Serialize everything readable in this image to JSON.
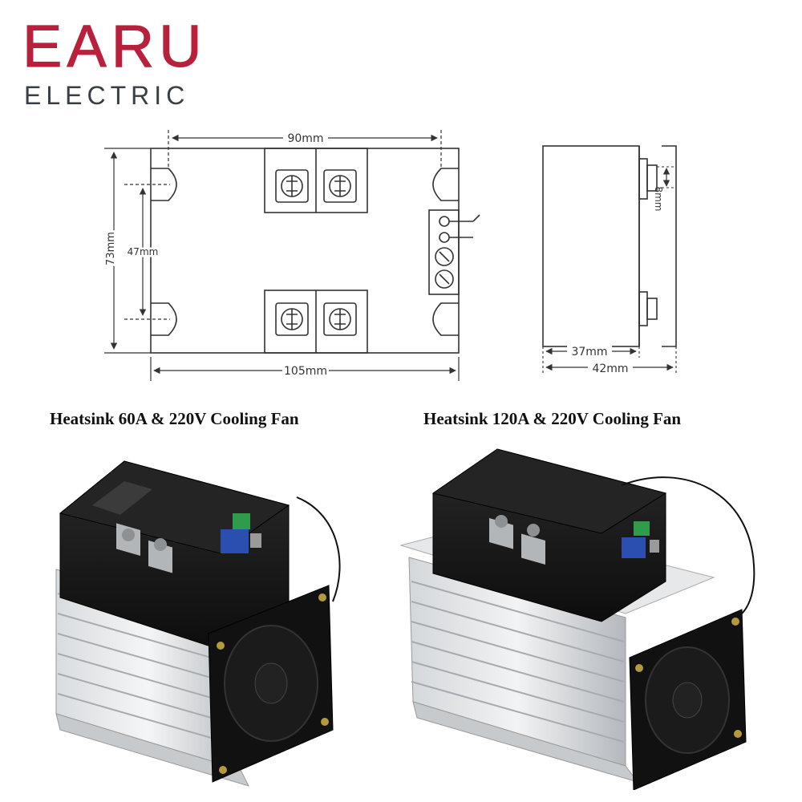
{
  "brand": {
    "name": "EARU",
    "subtitle": "ELECTRIC",
    "color": "#b8203c",
    "subtitle_color": "#3a3f45"
  },
  "front_view": {
    "width_inner": "90mm",
    "width_outer": "105mm",
    "height_outer": "73mm",
    "height_inner": "47mm"
  },
  "side_view": {
    "depth_body": "37mm",
    "depth_total": "42mm",
    "knob": "8mm"
  },
  "products": [
    {
      "caption": "Heatsink 60A & 220V Cooling Fan"
    },
    {
      "caption": "Heatsink 120A & 220V Cooling Fan"
    }
  ]
}
